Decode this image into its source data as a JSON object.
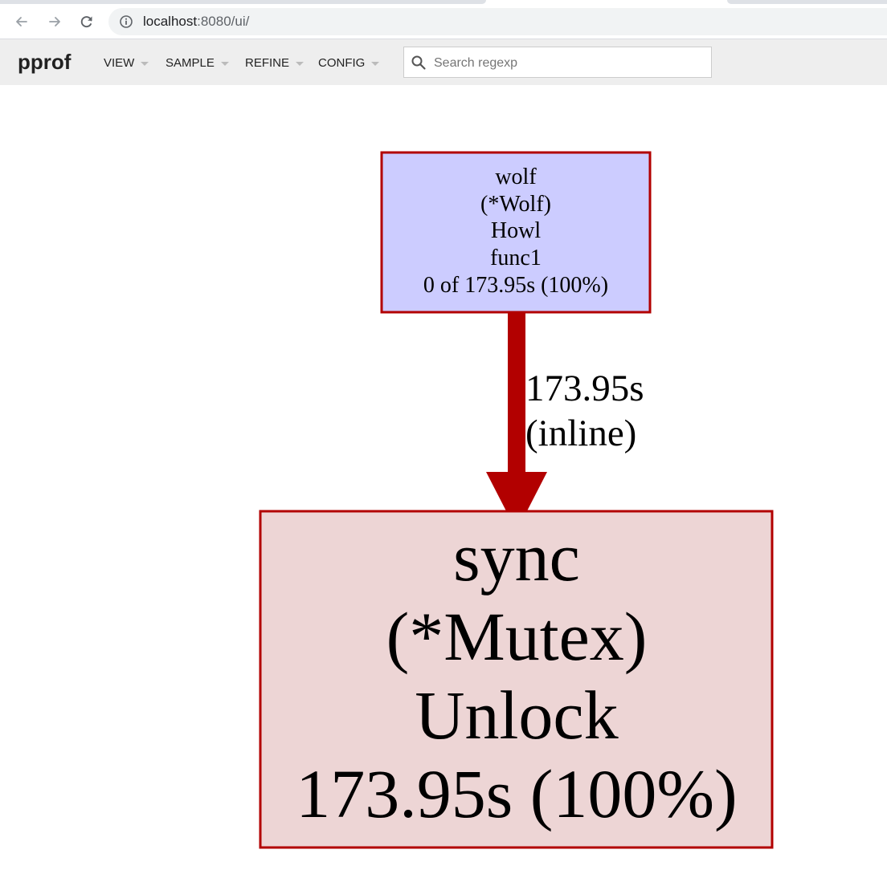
{
  "browser": {
    "url_host": "localhost",
    "url_rest": ":8080/ui/"
  },
  "header": {
    "title": "pprof",
    "menus": [
      {
        "label": "VIEW"
      },
      {
        "label": "SAMPLE"
      },
      {
        "label": "REFINE"
      },
      {
        "label": "CONFIG"
      }
    ],
    "search_placeholder": "Search regexp"
  },
  "graph": {
    "caller_node": {
      "lines": [
        "wolf",
        "(*Wolf)",
        "Howl",
        "func1",
        "0 of 173.95s (100%)"
      ],
      "fill": "#ccccff",
      "border": "#b20000"
    },
    "edge": {
      "label_lines": [
        "173.95s",
        "(inline)"
      ],
      "color": "#b20000"
    },
    "callee_node": {
      "lines": [
        "sync",
        "(*Mutex)",
        "Unlock",
        "173.95s (100%)"
      ],
      "fill": "#edd5d5",
      "border": "#b20000"
    }
  }
}
